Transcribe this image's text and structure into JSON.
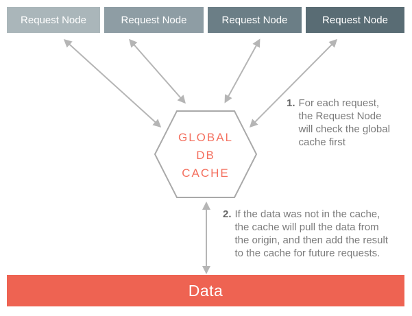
{
  "diagram": {
    "title_implicit": "Global DB cache diagram",
    "request_nodes": [
      {
        "label": "Request Node",
        "color": "#aab6ba"
      },
      {
        "label": "Request Node",
        "color": "#8e9da4"
      },
      {
        "label": "Request Node",
        "color": "#6b7e86"
      },
      {
        "label": "Request Node",
        "color": "#596c74"
      }
    ],
    "hexagon": {
      "lines": [
        "GLOBAL",
        "DB",
        "CACHE"
      ],
      "text_color": "#f4705f",
      "border_color": "#a9a9a9",
      "fill_color": "#ffffff"
    },
    "annotations": [
      {
        "num": "1.",
        "lines": [
          "For each request,",
          "the Request Node",
          "will check the global",
          "cache first"
        ]
      },
      {
        "num": "2.",
        "lines": [
          "If the data was not in the cache,",
          "the cache will pull the data from",
          "the origin, and then add the result",
          "to the cache for future requests."
        ]
      }
    ],
    "data_bar": {
      "label": "Data",
      "color": "#ee6352",
      "text_color": "#ffffff"
    },
    "arrow_color": "#b5b5b5"
  }
}
